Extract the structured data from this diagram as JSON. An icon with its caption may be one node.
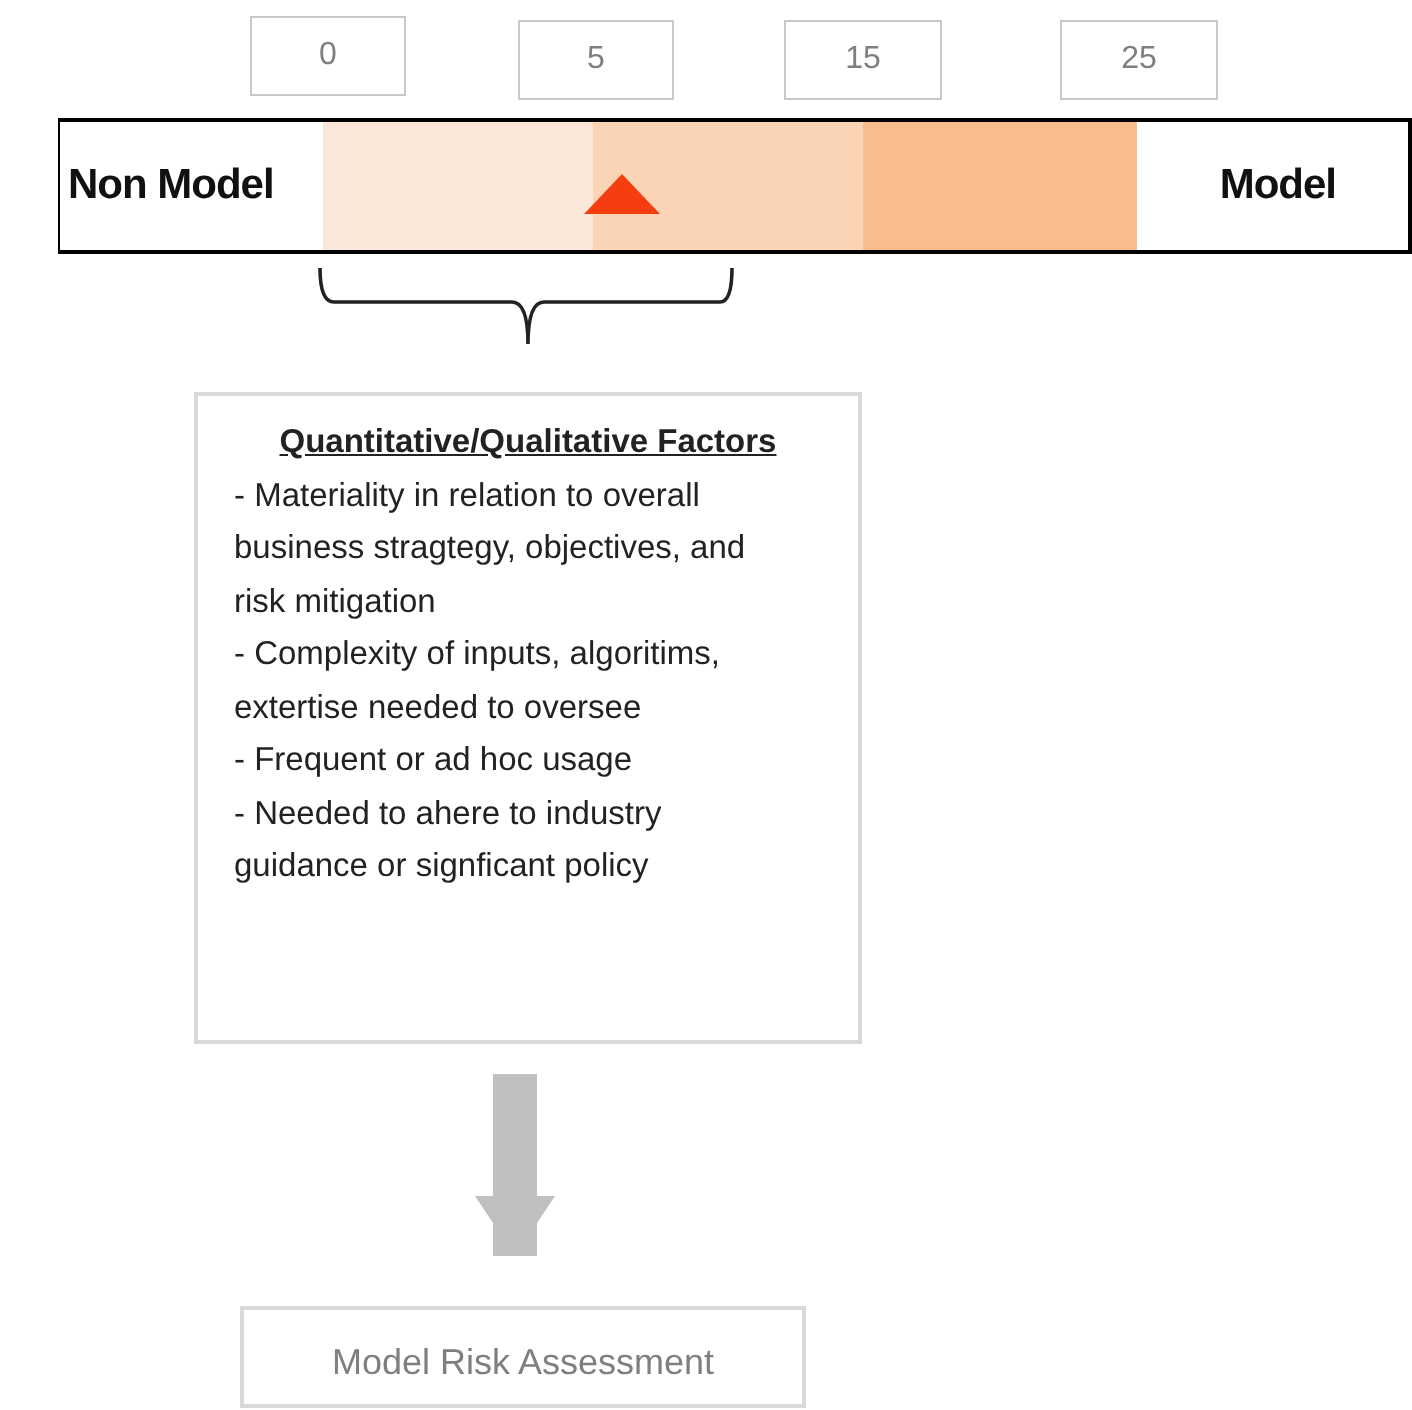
{
  "diagram": {
    "nodes": [
      {
        "text": [
          "0"
        ]
      },
      {
        "text": [
          "5"
        ]
      },
      {
        "text": [
          "15"
        ]
      },
      {
        "text": [
          "25"
        ]
      },
      {
        "text": [
          "Non Model",
          "Model"
        ]
      },
      {
        "text": [
          "Quantitative/Qualitative Factors",
          "- Materiality in relation to overall business stragtegy, objectives, and risk mitigation",
          "- Complexity of inputs, algoritims, extertise needed to oversee",
          "- Frequent or ad hoc usage",
          "- Needed to ahere to industry guidance or signficant policy"
        ]
      },
      {
        "text": [
          "Model Risk Assessment"
        ]
      }
    ],
    "edges": [
      {
        "from": 5,
        "to": 6,
        "arrow": "to"
      }
    ]
  }
}
